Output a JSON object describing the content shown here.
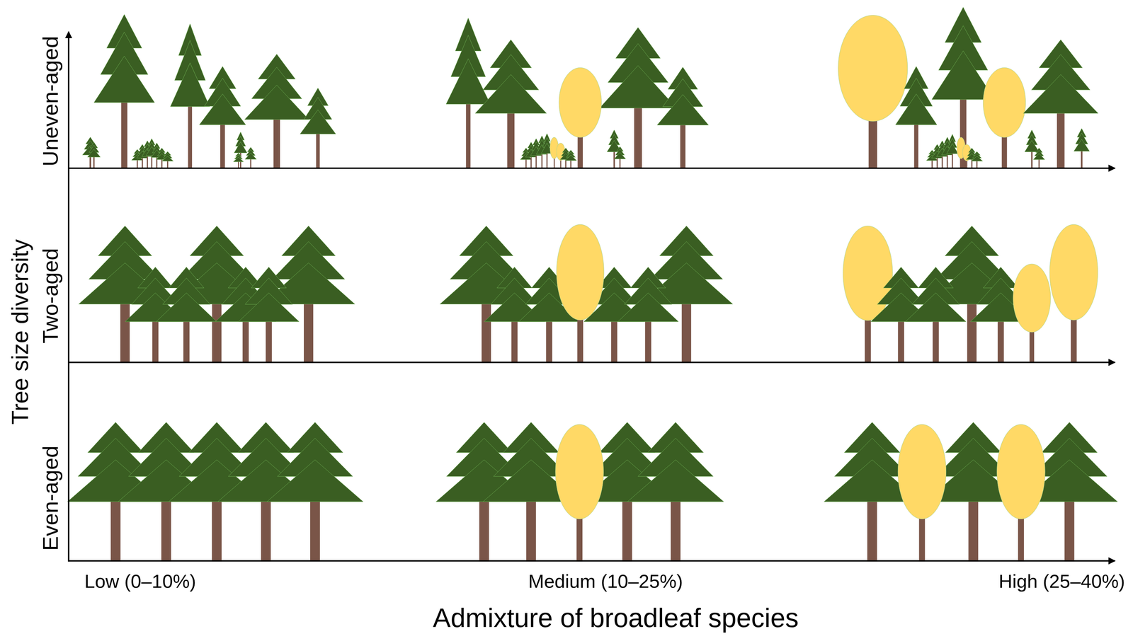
{
  "diagram": {
    "labels": [
      "Tree size diversity",
      "Uneven-aged",
      "Two-aged",
      "Even-aged",
      "Low (0–10%)",
      "Medium (10–25%)",
      "High (25–40%)",
      "Admixture of broadleaf species"
    ]
  }
}
